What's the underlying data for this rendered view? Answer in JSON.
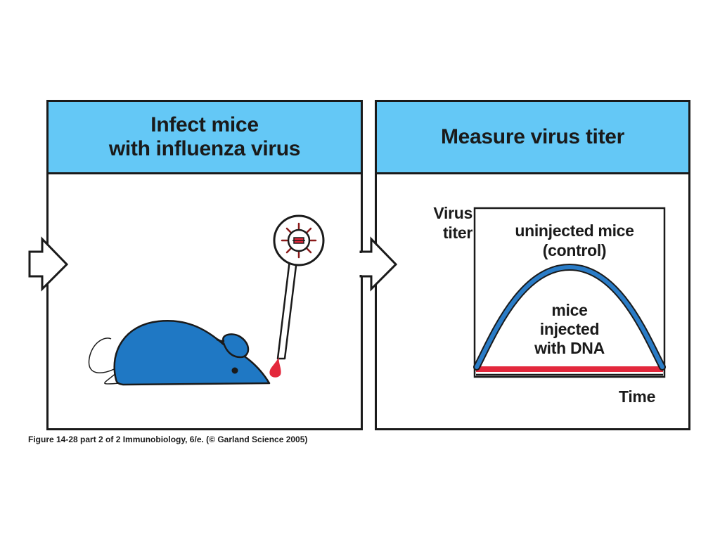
{
  "panels": {
    "left": {
      "title": "Infect mice\nwith influenza virus"
    },
    "right": {
      "title": "Measure virus titer"
    }
  },
  "graph": {
    "y_label": "Virus\ntiter",
    "x_label": "Time",
    "control_label": "uninjected mice\n(control)",
    "dna_label": "mice\ninjected\nwith DNA"
  },
  "caption": "Figure 14-28 part 2 of 2  Immunobiology, 6/e. (© Garland Science 2005)",
  "colors": {
    "header_blue": "#64c8f6",
    "mouse_blue": "#1f78c4",
    "control_curve": "#2a7cc7",
    "dna_line": "#e3283c",
    "blood_red": "#e3283c"
  }
}
